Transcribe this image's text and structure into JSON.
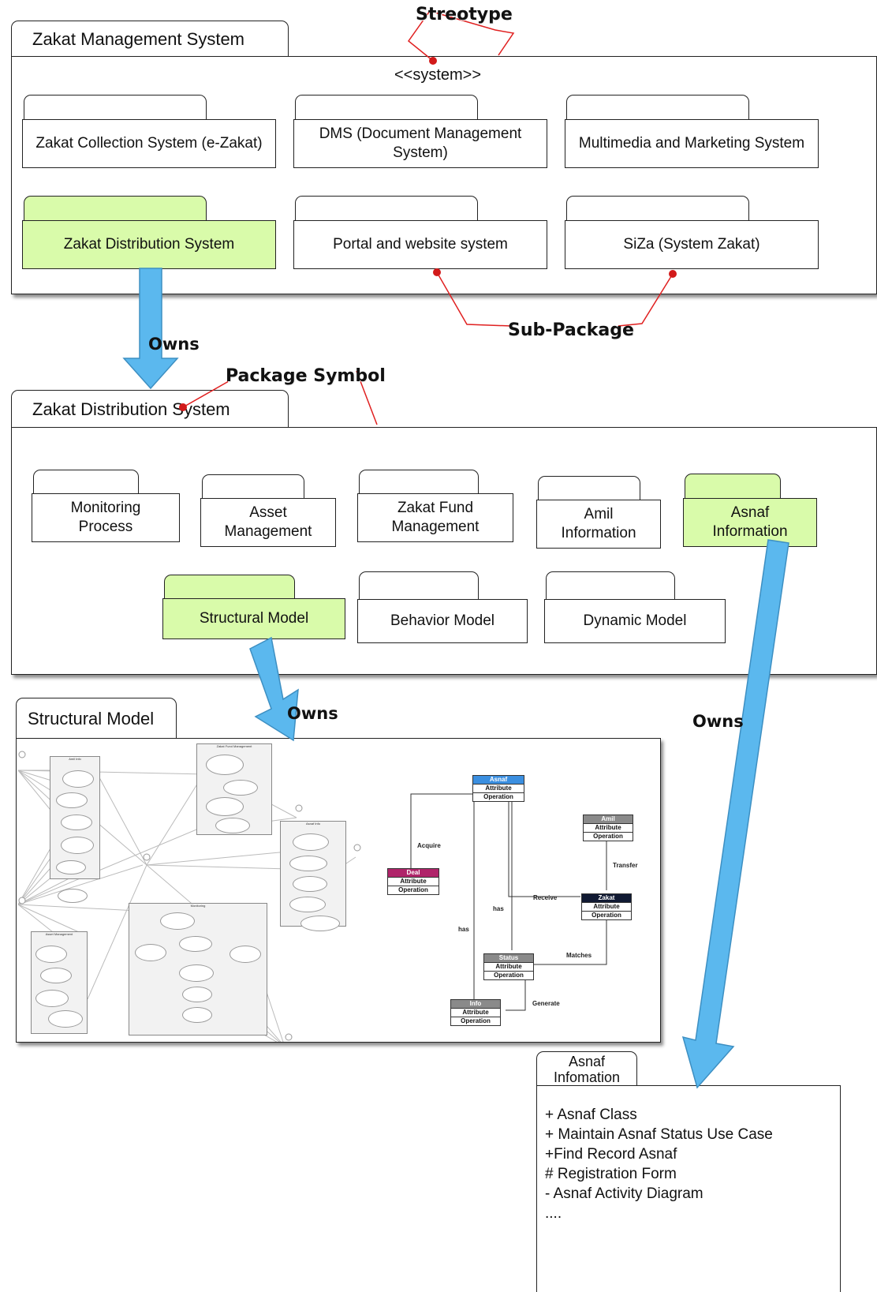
{
  "callouts": {
    "stereotype": "Streotype",
    "sub_package": "Sub-Package",
    "package_symbol": "Package Symbol"
  },
  "owns_label": "Owns",
  "zms": {
    "title": "Zakat Management System",
    "stereotype": "<<system>>",
    "packages": [
      {
        "label": "Zakat Collection System (e-Zakat)"
      },
      {
        "label": "DMS (Document Management System)"
      },
      {
        "label": "Multimedia and Marketing System"
      },
      {
        "label": "Zakat Distribution System",
        "highlighted": true
      },
      {
        "label": "Portal and website system"
      },
      {
        "label": "SiZa (System Zakat)"
      }
    ]
  },
  "zds": {
    "title": "Zakat Distribution System",
    "packages": [
      {
        "label": "Monitoring Process"
      },
      {
        "label": "Asset Management"
      },
      {
        "label": "Zakat Fund Management"
      },
      {
        "label": "Amil Information"
      },
      {
        "label": "Asnaf Information",
        "highlighted": true
      },
      {
        "label": "Structural Model",
        "highlighted": true
      },
      {
        "label": "Behavior Model"
      },
      {
        "label": "Dynamic Model"
      }
    ]
  },
  "structural": {
    "title": "Structural Model",
    "class_diagram": {
      "classes": [
        {
          "name": "Asnaf",
          "color": "#3b8fe0"
        },
        {
          "name": "Amil",
          "color": "#8a8a8a"
        },
        {
          "name": "Deal",
          "color": "#b0246a"
        },
        {
          "name": "Zakat",
          "color": "#111a33"
        },
        {
          "name": "Status",
          "color": "#8a8a8a"
        },
        {
          "name": "Info",
          "color": "#8a8a8a"
        }
      ],
      "compartments": [
        "Attribute",
        "Operation"
      ],
      "relations": [
        "Acquire",
        "Transfer",
        "Receive",
        "has",
        "has",
        "Matches",
        "Generate"
      ]
    },
    "use_case": {
      "boundaries": [
        "Amil Info",
        "Zakat Fund Management",
        "Asnaf Info",
        "Asset Management",
        "Monitoring"
      ]
    }
  },
  "asnaf": {
    "title_line1": "Asnaf",
    "title_line2": "Infomation",
    "items": [
      "+ Asnaf Class",
      "+ Maintain Asnaf Status Use Case",
      "+Find Record Asnaf",
      "# Registration Form",
      "- Asnaf Activity Diagram",
      "...."
    ]
  },
  "colors": {
    "highlight": "#d9fbaa",
    "arrow": "#5bb8ee",
    "callout_line": "#e02020"
  }
}
